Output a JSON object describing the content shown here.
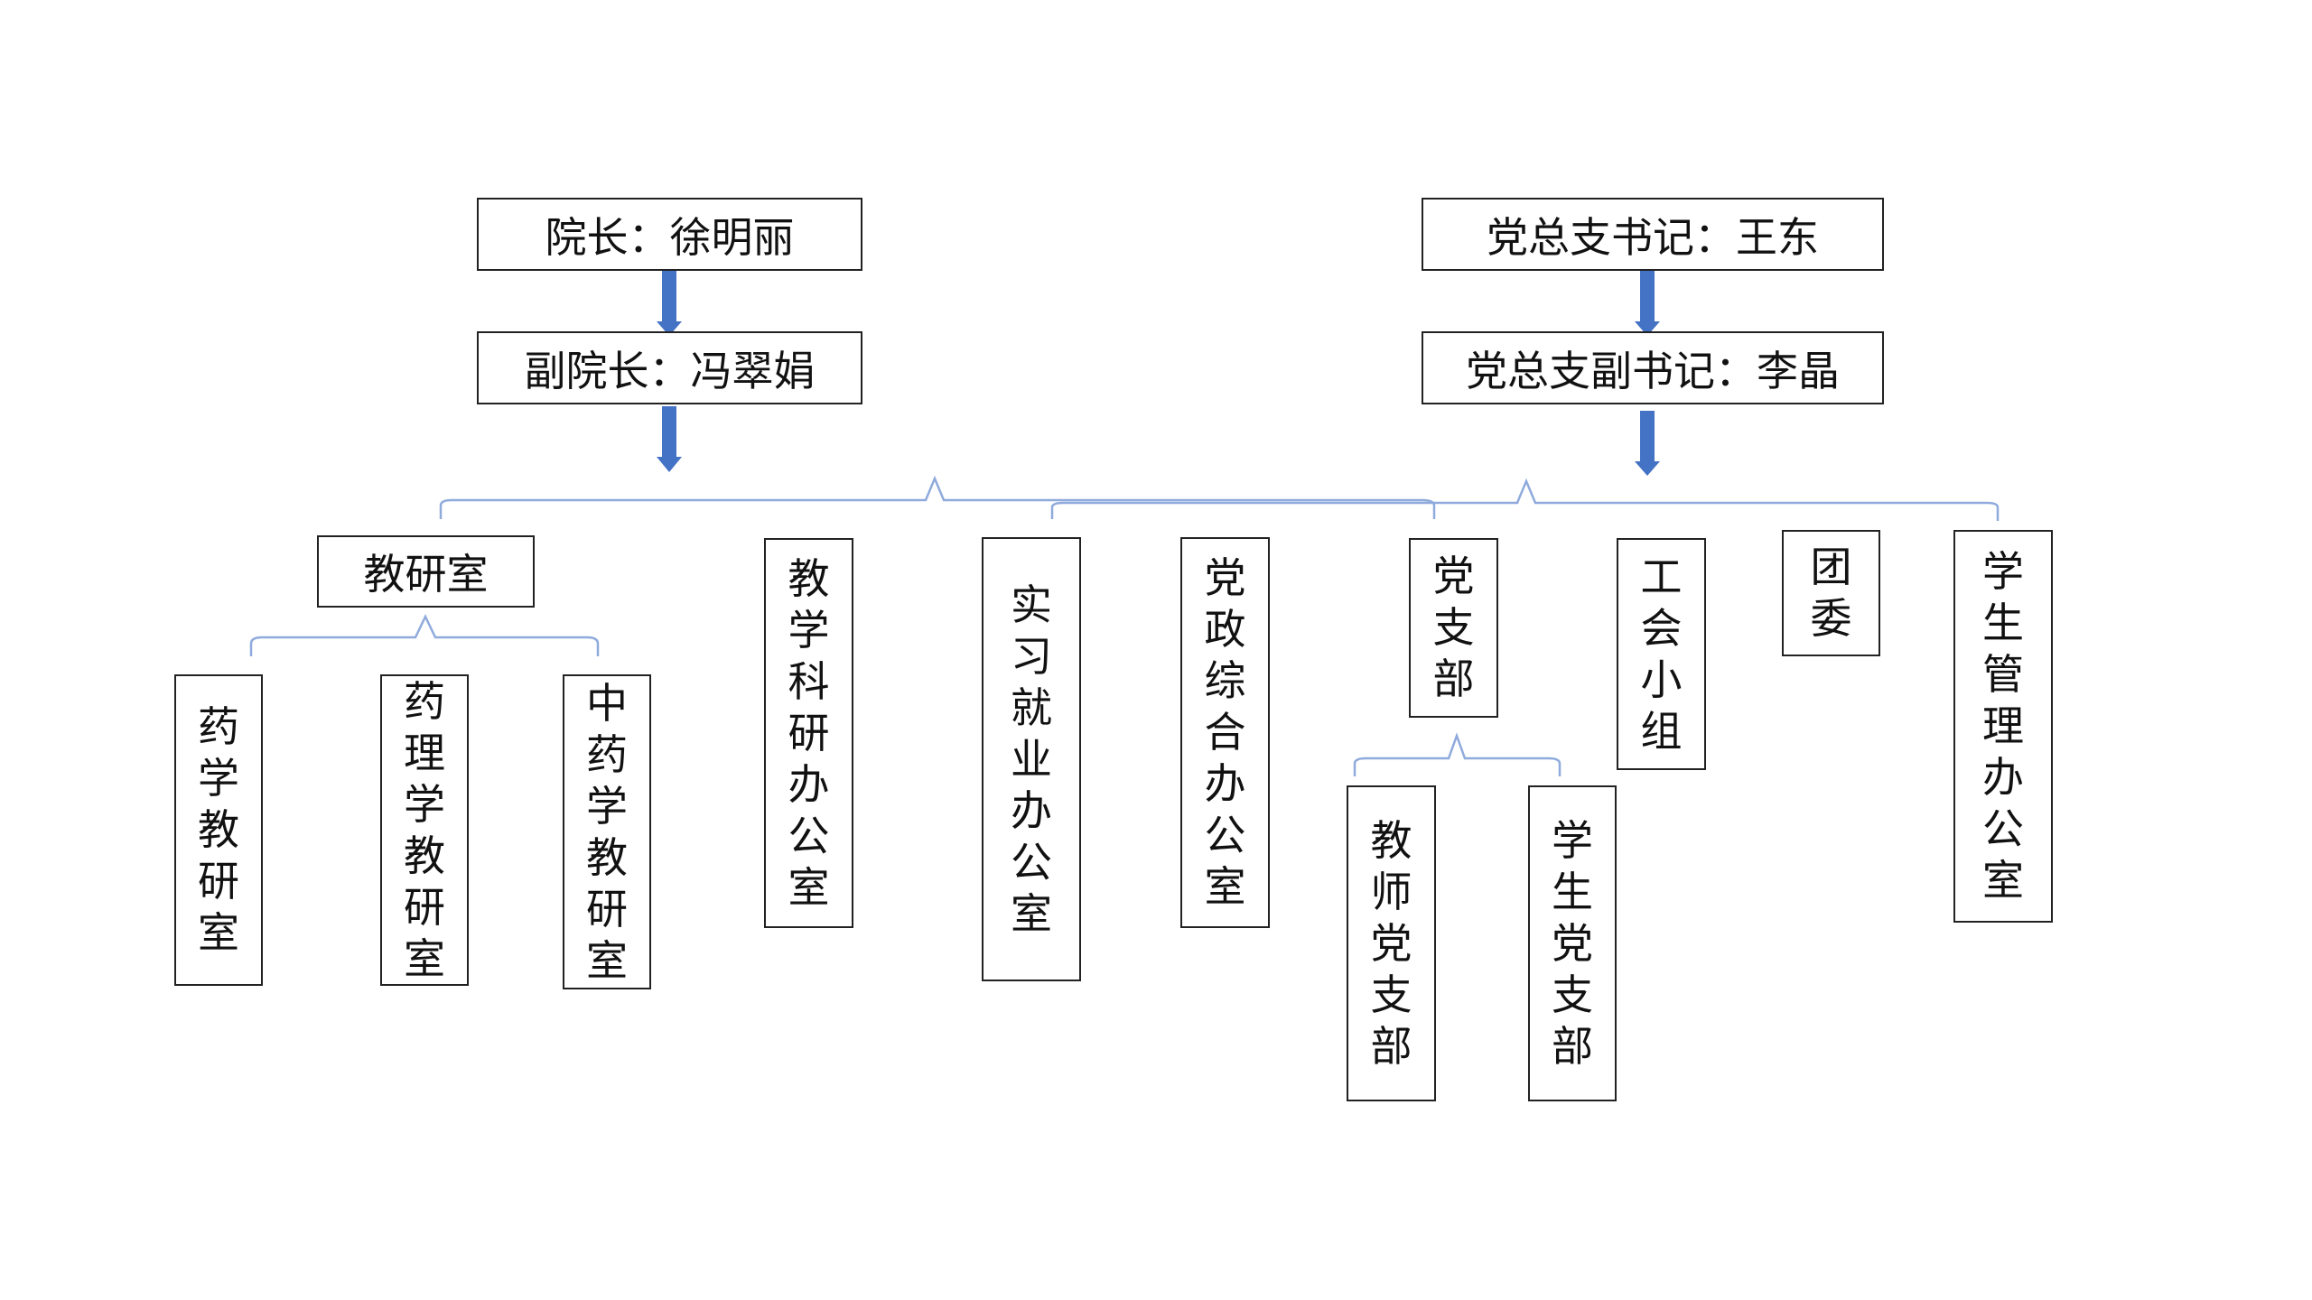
{
  "colors": {
    "arrow": "#4472C4",
    "bracket": "#8FAADC",
    "box_border": "#222222",
    "text": "#111111"
  },
  "nodes": {
    "president": "院长：徐明丽",
    "vice_president": "副院长：冯翠娟",
    "party_secretary": "党总支书记：王东",
    "party_deputy_secretary": "党总支副书记：李晶",
    "teaching_research_office": "教研室",
    "pharmacy_teaching_research": "药学教研室",
    "pharmacology_teaching_research": "药理学教研室",
    "tcm_pharmacy_teaching_research": "中药学教研室",
    "teaching_research_admin_office": "教学科研办公室",
    "internship_employment_office": "实习就业办公室",
    "party_admin_office": "党政综合办公室",
    "party_branch": "党支部",
    "teacher_party_branch": "教师党支部",
    "student_party_branch": "学生党支部",
    "union_group": "工会小组",
    "youth_league": "团委",
    "student_affairs_office": "学生管理办公室"
  }
}
